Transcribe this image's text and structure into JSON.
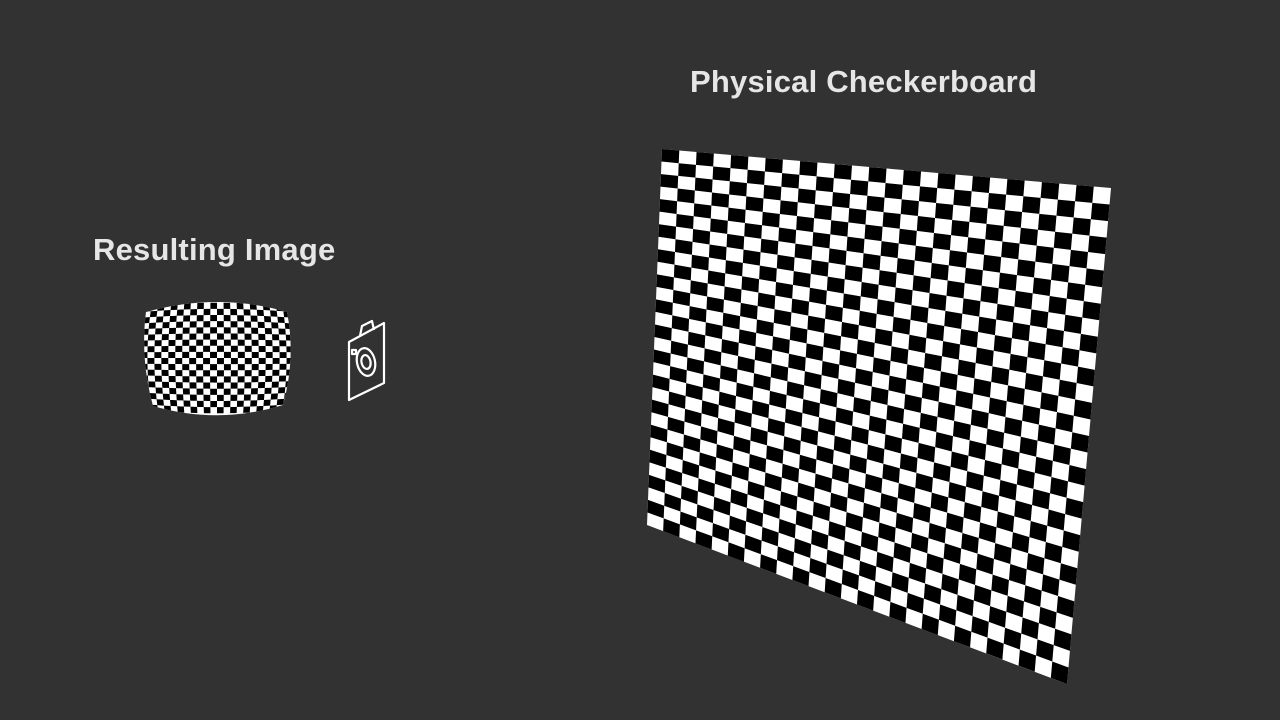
{
  "labels": {
    "physical": "Physical Checkerboard",
    "resulting": "Resulting Image"
  },
  "icons": {
    "camera": "camera-icon"
  },
  "colors": {
    "background": "#323232",
    "text": "#e6e6e6",
    "dark_square": "#000000",
    "light_square": "#ffffff",
    "camera_stroke": "#ffffff"
  },
  "checkerboard": {
    "rows": 30,
    "cols": 26
  },
  "resulting_image": {
    "rows": 18,
    "cols": 22
  }
}
